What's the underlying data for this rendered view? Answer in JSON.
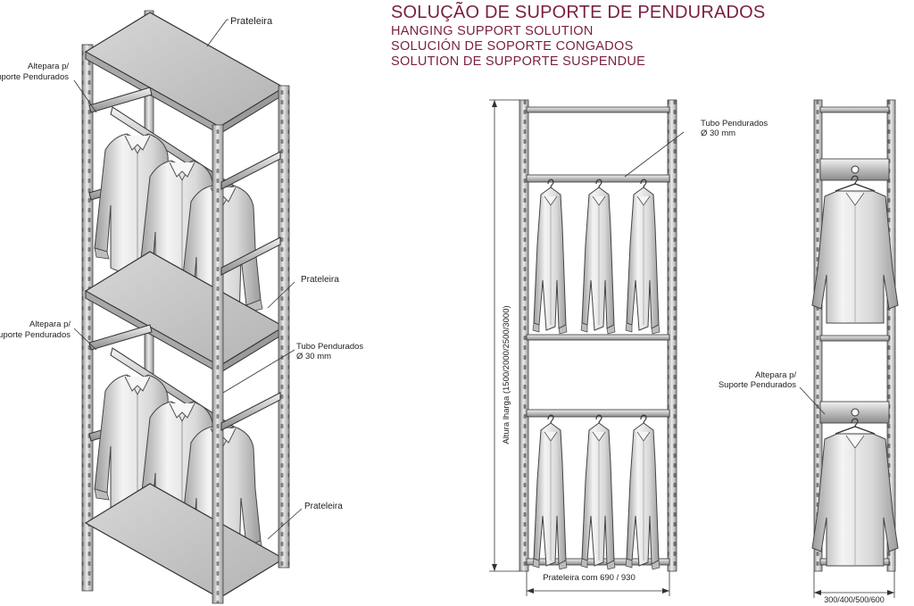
{
  "header": {
    "title": "SOLUÇÃO DE SUPORTE DE PENDURADOS",
    "subtitles": [
      "HANGING SUPPORT SOLUTION",
      "SOLUCIÓN DE SOPORTE CONGADOS",
      "SOLUTION DE SUPPORTE SUSPENDUE"
    ]
  },
  "iso_view": {
    "labels": {
      "prateleira_top": "Prateleira",
      "altepara_top_1": "Altepara p/",
      "altepara_top_2": "Suporte Pendurados",
      "prateleira_mid": "Prateleira",
      "altepara_mid_1": "Altepara p/",
      "altepara_mid_2": "Suporte Pendurados",
      "tubo_1": "Tubo Pendurados",
      "tubo_2": "Ø 30 mm",
      "prateleira_bottom": "Prateleira"
    }
  },
  "front_view": {
    "tubo_1": "Tubo Pendurados",
    "tubo_2": "Ø 30 mm",
    "height_dim": "Altura lharga (1500/2000/2500/3000)",
    "width_dim": "Prateleira com 690 / 930"
  },
  "side_view": {
    "altepara_1": "Altepara p/",
    "altepara_2": "Suporte Pendurados",
    "depth_dim": "300/400/500/600"
  },
  "colors": {
    "title": "#7a1f43",
    "line": "#222222",
    "metal": "#c9c9c9",
    "garment": "#e6e6e6"
  }
}
